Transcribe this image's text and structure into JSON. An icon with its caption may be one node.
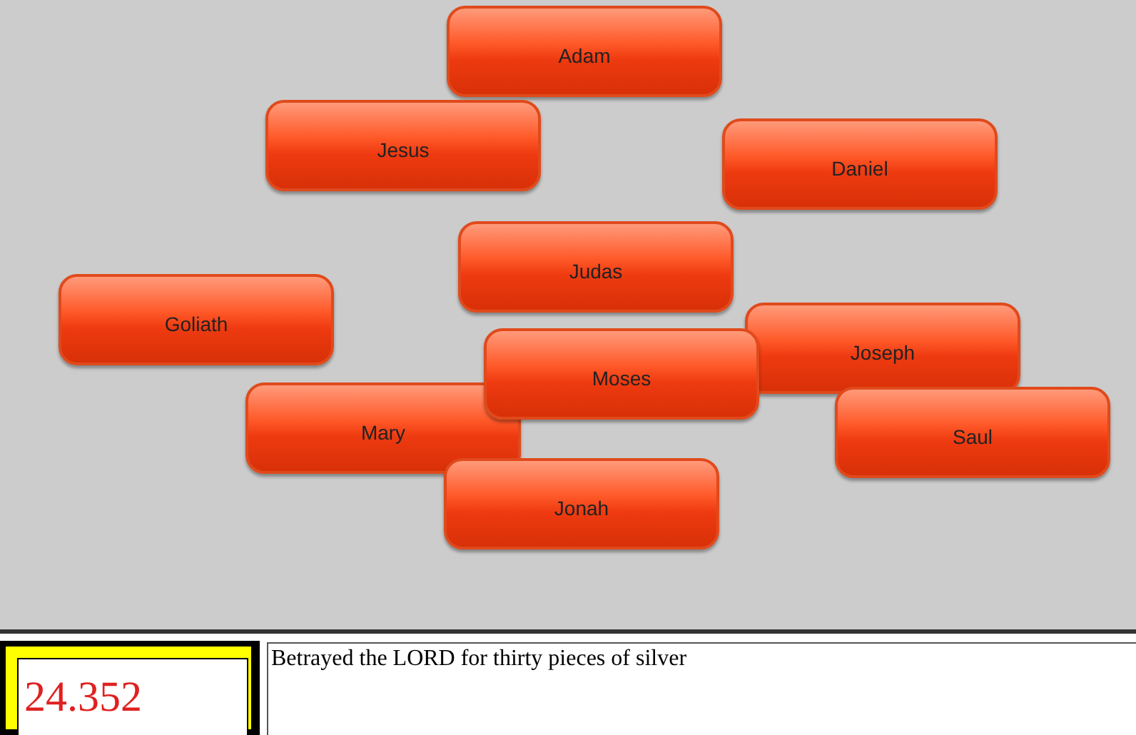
{
  "diagram": {
    "nodes": [
      {
        "text": [
          "Adam"
        ]
      },
      {
        "text": [
          "Jesus"
        ]
      },
      {
        "text": [
          "Daniel"
        ]
      },
      {
        "text": [
          "Judas"
        ]
      },
      {
        "text": [
          "Goliath"
        ]
      },
      {
        "text": [
          "Joseph"
        ]
      },
      {
        "text": [
          "Moses"
        ]
      },
      {
        "text": [
          "Mary"
        ]
      },
      {
        "text": [
          "Saul"
        ]
      },
      {
        "text": [
          "Jonah"
        ]
      }
    ],
    "labels": [
      "24.352",
      "Betrayed the LORD for thirty pieces of silver"
    ]
  }
}
